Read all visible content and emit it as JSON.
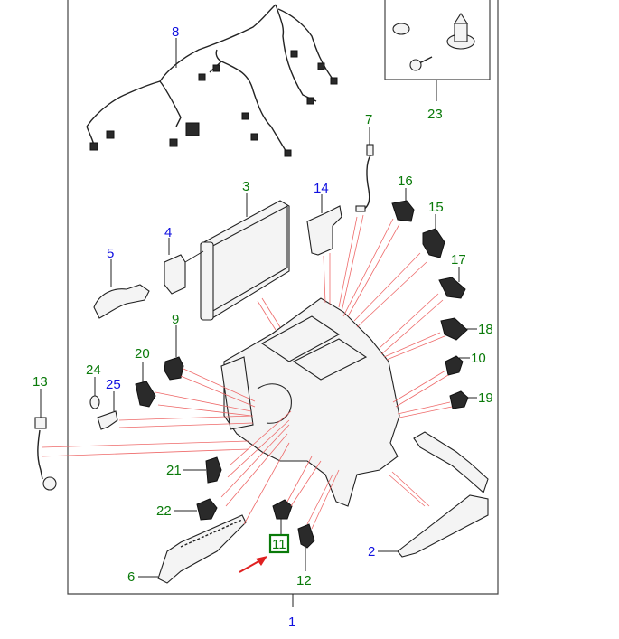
{
  "diagram": {
    "title": "Heater / Evaporator housing assembly – exploded parts view",
    "colors": {
      "label_green": "#0a7a0a",
      "label_blue": "#1010e0",
      "leader_red": "#ee6a6a",
      "highlight_box": "#0a7a0a",
      "pointer_arrow": "#e02020"
    },
    "callouts": [
      {
        "id": "1",
        "label": "1",
        "color": "blue",
        "part": "heater-housing-assembly"
      },
      {
        "id": "2",
        "label": "2",
        "color": "blue",
        "part": "heater-core"
      },
      {
        "id": "3",
        "label": "3",
        "color": "green",
        "part": "evaporator-core"
      },
      {
        "id": "4",
        "label": "4",
        "color": "blue",
        "part": "expansion-valve"
      },
      {
        "id": "5",
        "label": "5",
        "color": "blue",
        "part": "evaporator-pipe"
      },
      {
        "id": "6",
        "label": "6",
        "color": "green",
        "part": "footwell-duct"
      },
      {
        "id": "7",
        "label": "7",
        "color": "green",
        "part": "temperature-sensor"
      },
      {
        "id": "8",
        "label": "8",
        "color": "blue",
        "part": "wiring-harness"
      },
      {
        "id": "9",
        "label": "9",
        "color": "green",
        "part": "actuator-9"
      },
      {
        "id": "10",
        "label": "10",
        "color": "green",
        "part": "actuator-10"
      },
      {
        "id": "11",
        "label": "11",
        "color": "green",
        "part": "actuator-11",
        "highlighted": true
      },
      {
        "id": "12",
        "label": "12",
        "color": "green",
        "part": "actuator-12"
      },
      {
        "id": "13",
        "label": "13",
        "color": "green",
        "part": "drain-hose"
      },
      {
        "id": "14",
        "label": "14",
        "color": "blue",
        "part": "bracket"
      },
      {
        "id": "15",
        "label": "15",
        "color": "green",
        "part": "actuator-15"
      },
      {
        "id": "16",
        "label": "16",
        "color": "green",
        "part": "actuator-16"
      },
      {
        "id": "17",
        "label": "17",
        "color": "green",
        "part": "actuator-17"
      },
      {
        "id": "18",
        "label": "18",
        "color": "green",
        "part": "actuator-18"
      },
      {
        "id": "19",
        "label": "19",
        "color": "green",
        "part": "actuator-19"
      },
      {
        "id": "20",
        "label": "20",
        "color": "green",
        "part": "actuator-20"
      },
      {
        "id": "21",
        "label": "21",
        "color": "green",
        "part": "actuator-21"
      },
      {
        "id": "22",
        "label": "22",
        "color": "green",
        "part": "actuator-22"
      },
      {
        "id": "23",
        "label": "23",
        "color": "green",
        "part": "fastener-kit"
      },
      {
        "id": "24",
        "label": "24",
        "color": "green",
        "part": "cap"
      },
      {
        "id": "25",
        "label": "25",
        "color": "blue",
        "part": "sensor-clip"
      }
    ],
    "selected_callout": "11"
  }
}
